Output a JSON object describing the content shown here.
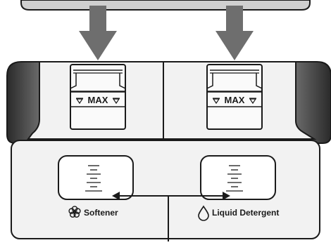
{
  "compartments": [
    {
      "max_label": "MAX"
    },
    {
      "max_label": "MAX"
    }
  ],
  "legend": {
    "softener_label": "Softener",
    "softener_icon": "flower-icon",
    "detergent_label": "Liquid Detergent",
    "detergent_icon": "droplet-icon"
  },
  "colors": {
    "arrow": "#6e6e6e",
    "outline": "#1a1a1a",
    "panel": "#f2f2f2",
    "top_bar": "#cfcfcf",
    "side_dark": "#3a3a3a"
  }
}
